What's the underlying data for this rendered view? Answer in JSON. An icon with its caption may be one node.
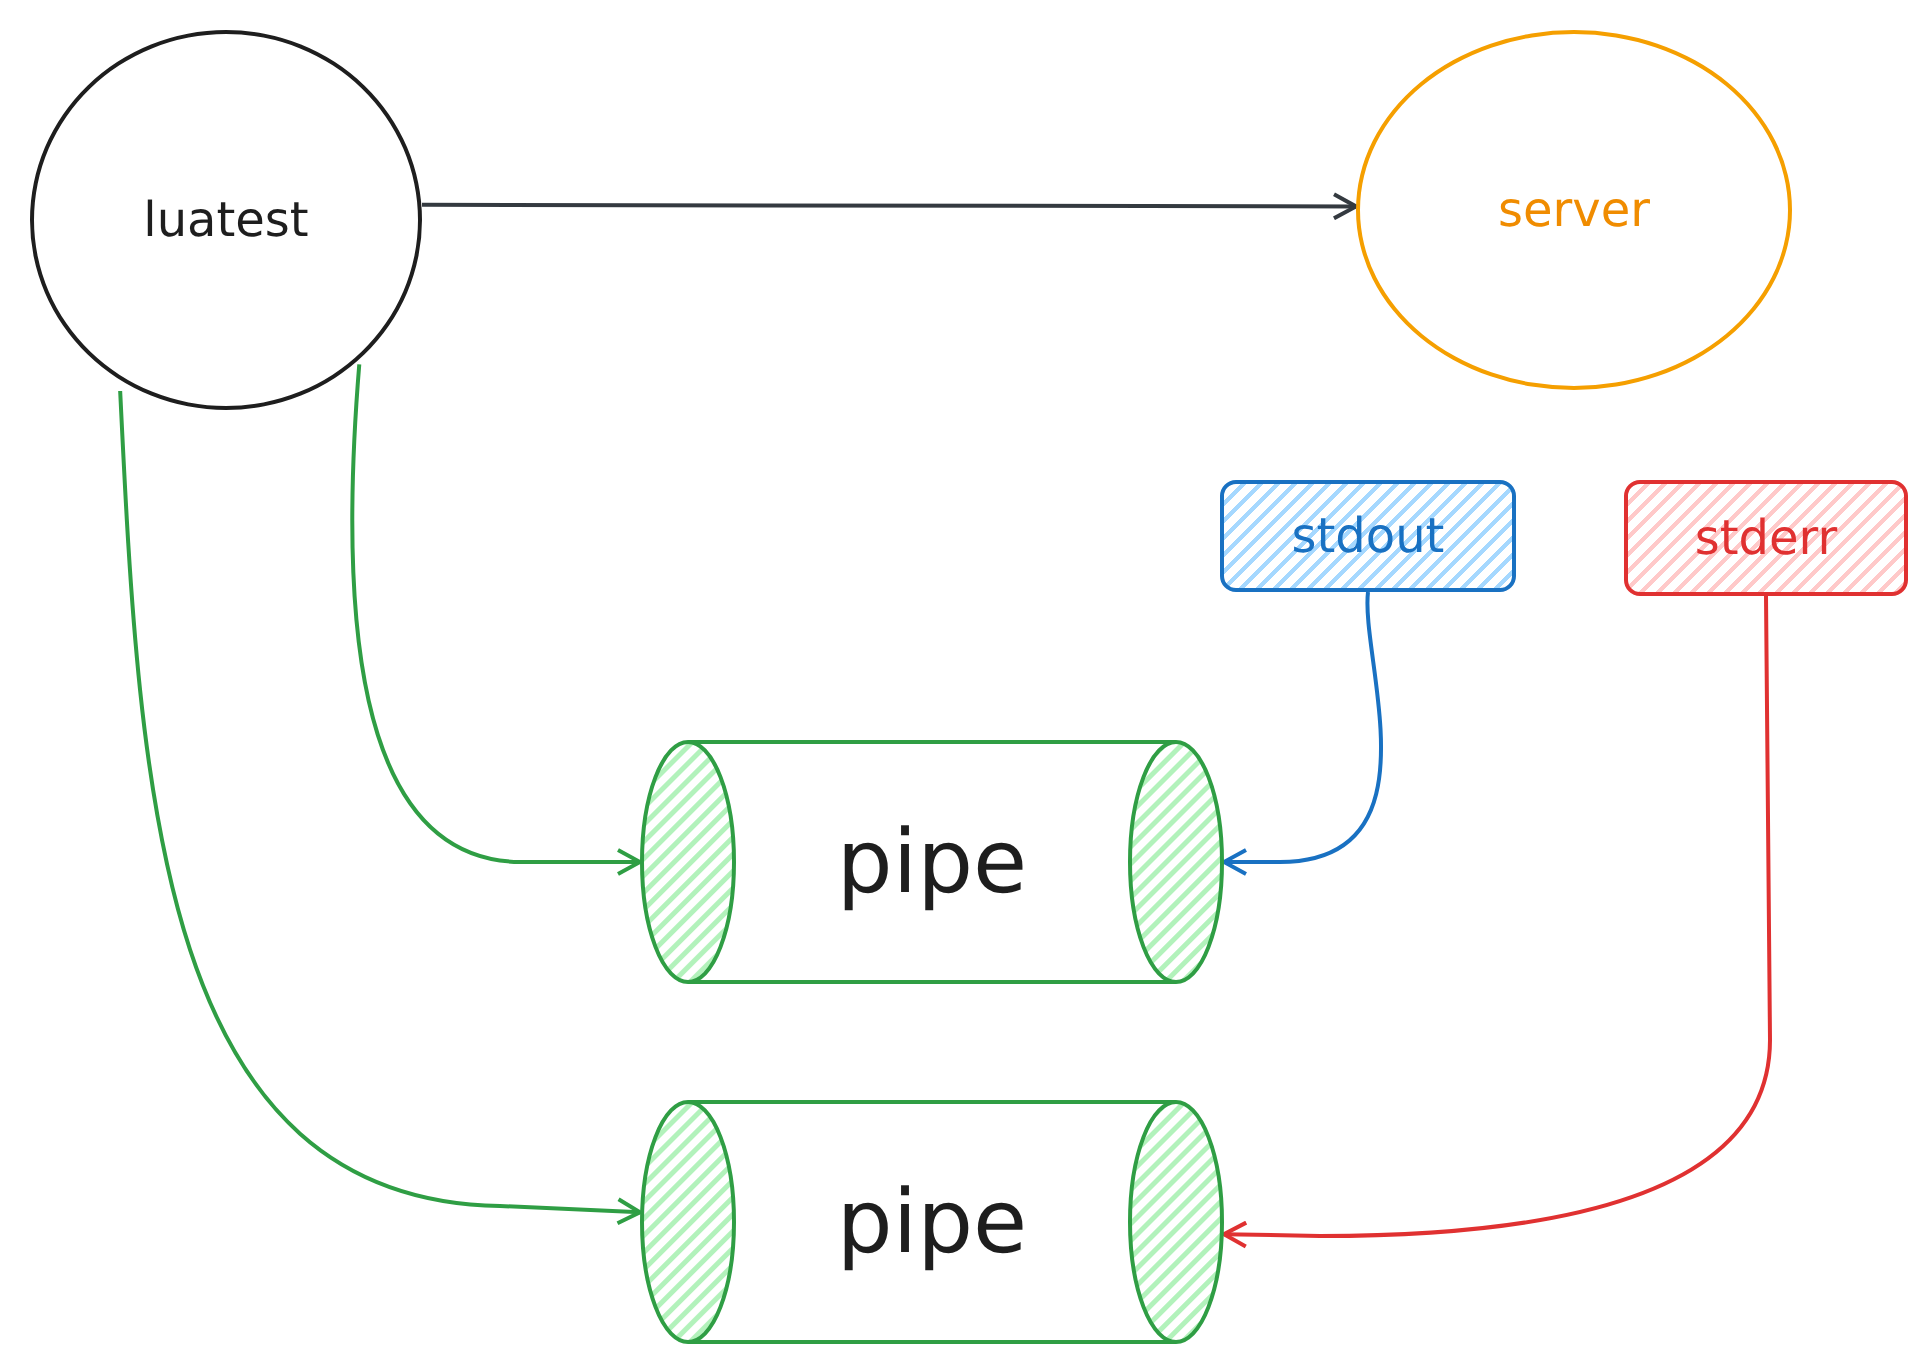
{
  "diagram": {
    "nodes": [
      {
        "text": [
          "luatest"
        ]
      },
      {
        "text": [
          "server"
        ]
      },
      {
        "text": [
          "stdout"
        ]
      },
      {
        "text": [
          "stderr"
        ]
      },
      {
        "text": [
          "pipe"
        ]
      },
      {
        "text": [
          "pipe"
        ]
      }
    ],
    "edges": [
      {
        "from": 0,
        "to": 1,
        "arrow": "to",
        "color": "#343a40"
      },
      {
        "from": 0,
        "to": 4,
        "arrow": "to"
      },
      {
        "from": 0,
        "to": 5,
        "arrow": "to"
      },
      {
        "from": 2,
        "to": 4,
        "arrow": "to",
        "color": "#1971c2"
      },
      {
        "from": 3,
        "to": 5,
        "arrow": "to",
        "color": "#e03131"
      }
    ]
  }
}
